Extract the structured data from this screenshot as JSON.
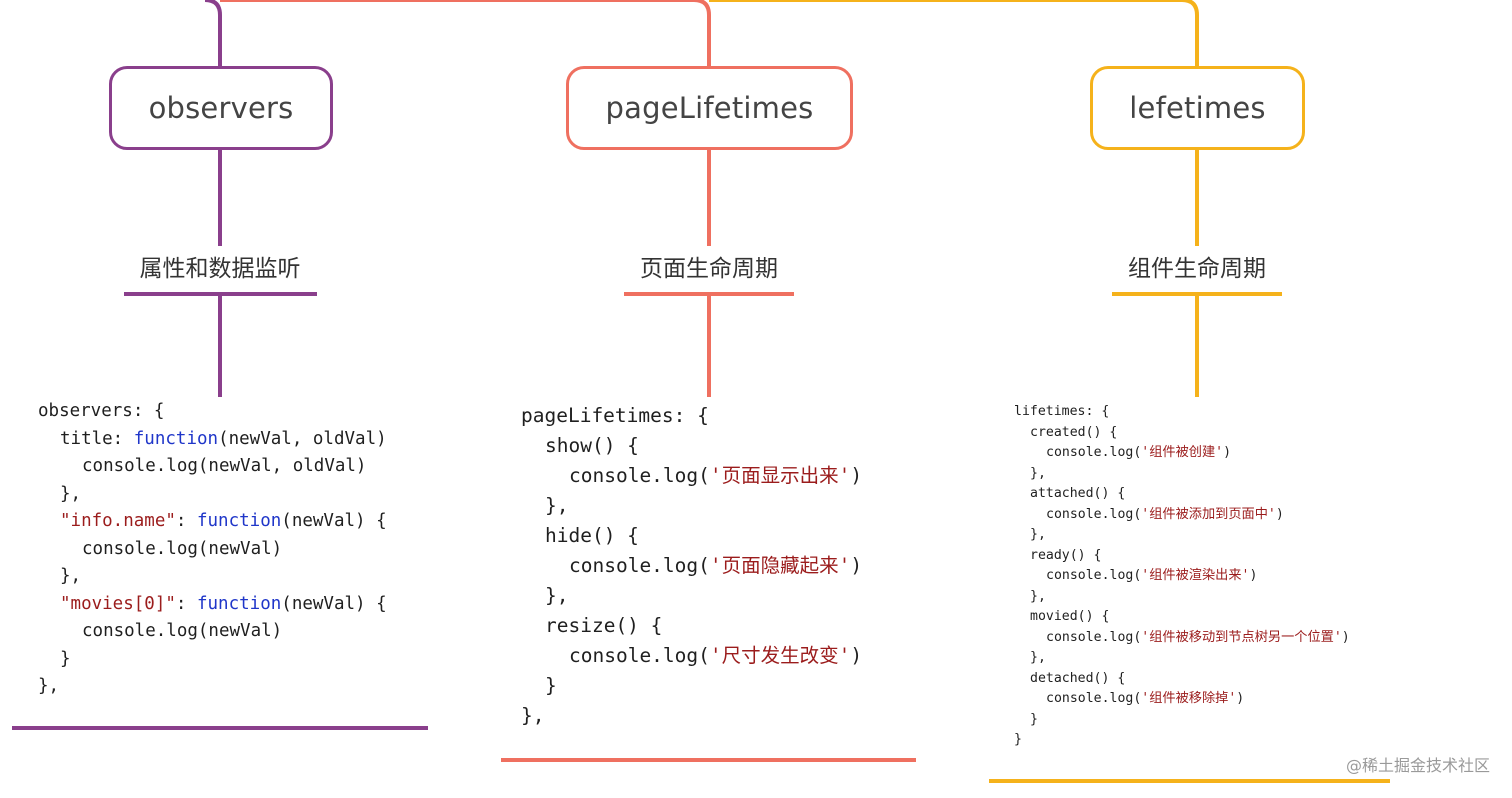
{
  "colors": {
    "observers": "#8a3f8c",
    "pageLifetimes": "#ef7060",
    "lefetimes": "#f5b21b"
  },
  "branches": [
    {
      "key": "observers",
      "title": "observers",
      "caption": "属性和数据监听",
      "code": [
        "observers: {",
        "  title: function(newVal, oldVal)",
        "    console.log(newVal, oldVal)",
        "  },",
        "  \"info.name\": function(newVal) {",
        "    console.log(newVal)",
        "  },",
        "  \"movies[0]\": function(newVal) {",
        "    console.log(newVal)",
        "  }",
        "},"
      ]
    },
    {
      "key": "pageLifetimes",
      "title": "pageLifetimes",
      "caption": "页面生命周期",
      "code": [
        "pageLifetimes: {",
        "  show() {",
        "    console.log('页面显示出来')",
        "  },",
        "  hide() {",
        "    console.log('页面隐藏起来')",
        "  },",
        "  resize() {",
        "    console.log('尺寸发生改变')",
        "  }",
        "},"
      ]
    },
    {
      "key": "lefetimes",
      "title": "lefetimes",
      "caption": "组件生命周期",
      "code": [
        "lifetimes: {",
        "  created() {",
        "    console.log('组件被创建')",
        "  },",
        "  attached() {",
        "    console.log('组件被添加到页面中')",
        "  },",
        "  ready() {",
        "    console.log('组件被渲染出来')",
        "  },",
        "  movied() {",
        "    console.log('组件被移动到节点树另一个位置')",
        "  },",
        "  detached() {",
        "    console.log('组件被移除掉')",
        "  }",
        "}"
      ]
    }
  ],
  "watermark": "@稀土掘金技术社区"
}
